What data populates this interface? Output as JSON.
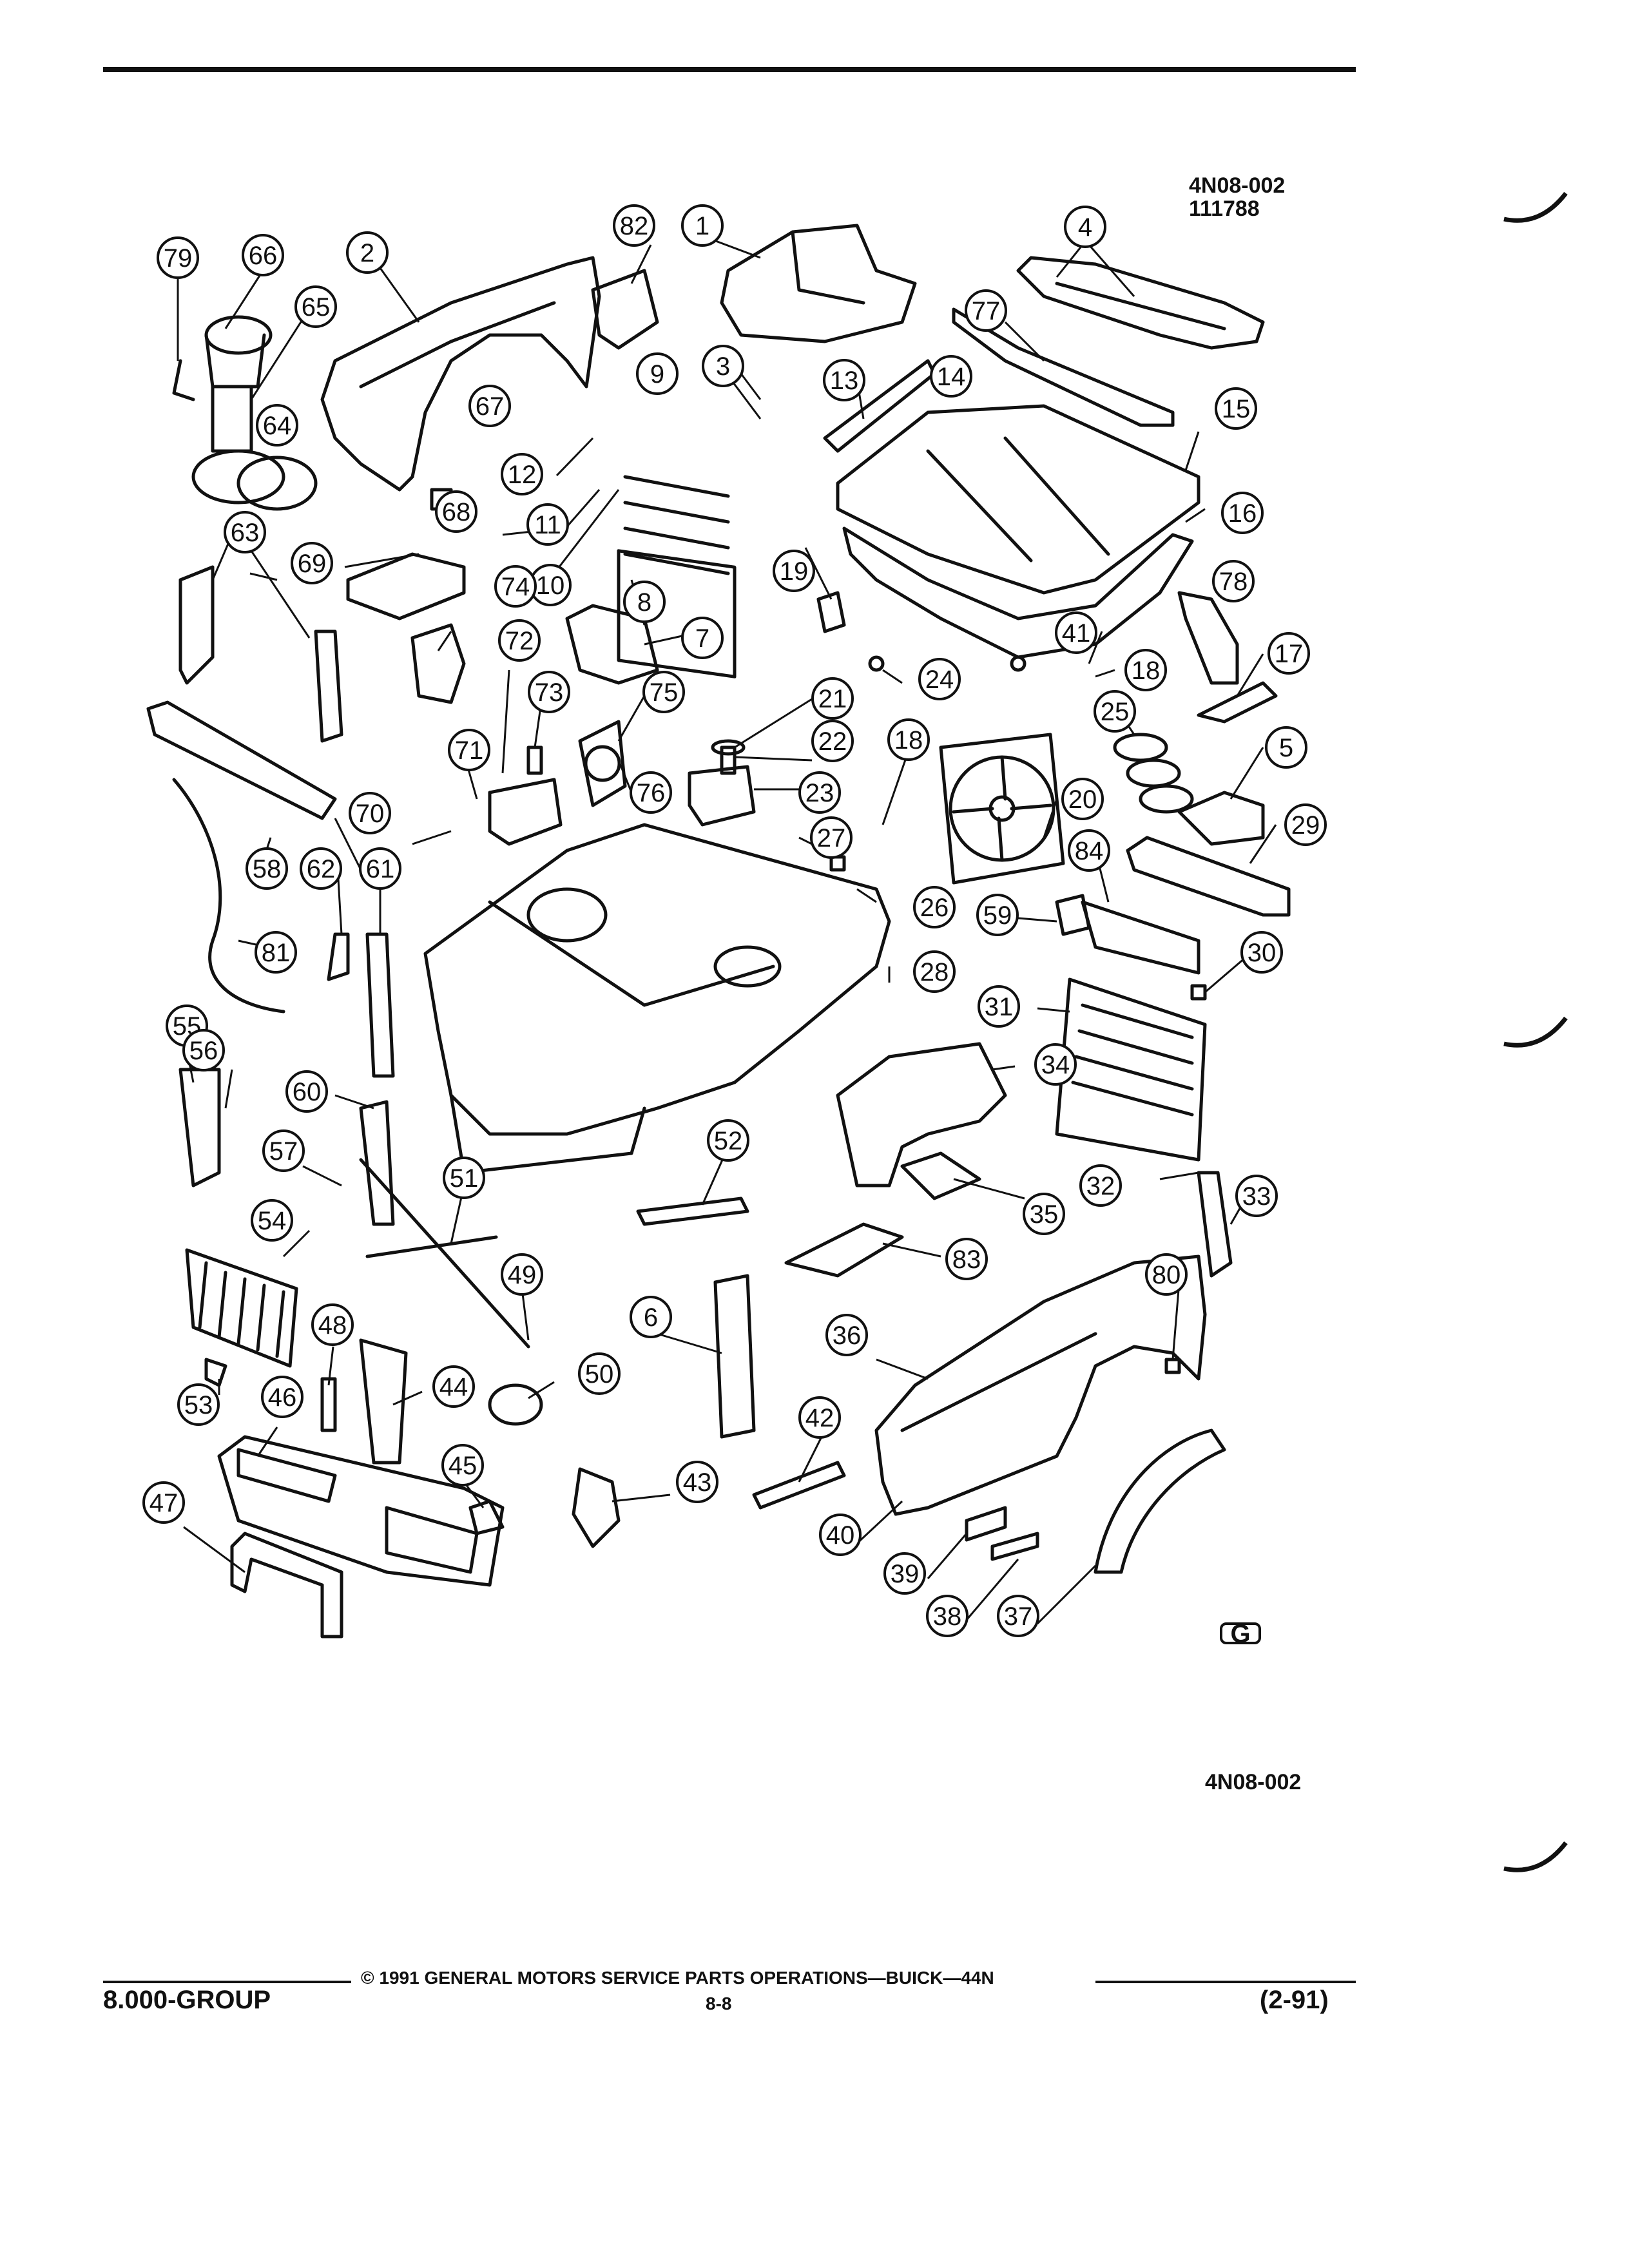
{
  "header": {
    "code": "4N08-002",
    "date": "111788"
  },
  "diagram": {
    "callouts": [
      "79",
      "66",
      "2",
      "65",
      "82",
      "1",
      "4",
      "77",
      "64",
      "67",
      "9",
      "3",
      "13",
      "14",
      "15",
      "12",
      "11",
      "68",
      "16",
      "69",
      "10",
      "63",
      "74",
      "8",
      "19",
      "78",
      "7",
      "41",
      "18",
      "17",
      "72",
      "24",
      "73",
      "75",
      "21",
      "25",
      "71",
      "22",
      "18",
      "5",
      "76",
      "23",
      "70",
      "20",
      "29",
      "58",
      "62",
      "61",
      "27",
      "26",
      "84",
      "59",
      "81",
      "30",
      "28",
      "31",
      "55",
      "56",
      "34",
      "60",
      "52",
      "57",
      "51",
      "35",
      "32",
      "33",
      "54",
      "83",
      "80",
      "49",
      "6",
      "36",
      "48",
      "44",
      "50",
      "53",
      "46",
      "42",
      "45",
      "47",
      "43",
      "40",
      "39",
      "37",
      "38"
    ],
    "logo": "G"
  },
  "footer": {
    "ref_code": "4N08-002",
    "copyright": "© 1991 GENERAL MOTORS SERVICE PARTS OPERATIONS—BUICK—44N",
    "group": "8.000-GROUP",
    "page": "8-8",
    "date_code": "(2-91)"
  }
}
